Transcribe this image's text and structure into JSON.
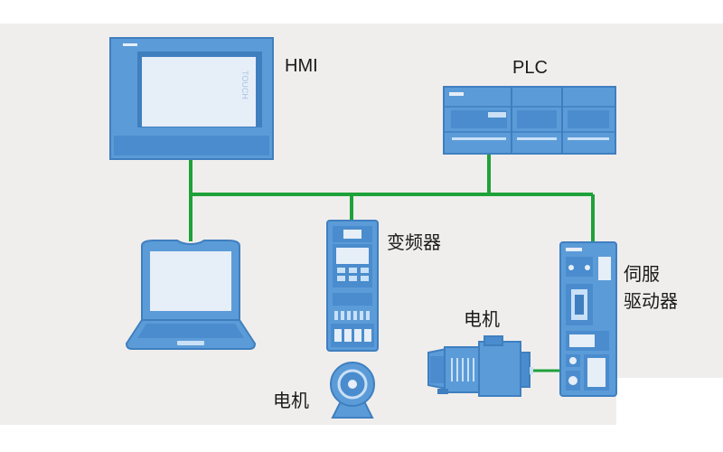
{
  "labels": {
    "hmi": "HMI",
    "plc": "PLC",
    "inverter": "变频器",
    "servo_line1": "伺服",
    "servo_line2": "驱动器",
    "motor_servo": "电机",
    "motor_inverter": "电机"
  },
  "hmi_screen_text": "TOUCH",
  "colors": {
    "network": "#1fa13a",
    "device_blue": "#5b9bd8",
    "device_dark": "#3f7fc0",
    "device_light": "#c9e0f6",
    "screen": "#e6eef8",
    "background": "#f0eeec"
  }
}
